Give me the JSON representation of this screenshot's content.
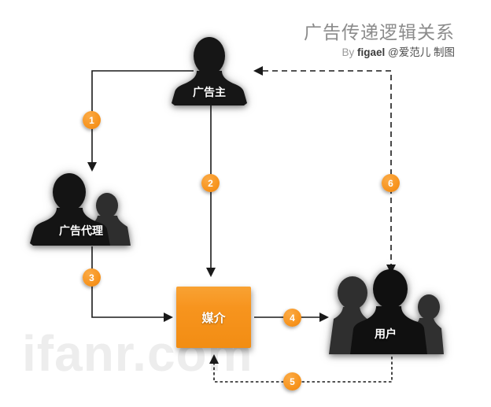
{
  "header": {
    "title": "广告传递逻辑关系",
    "byline": {
      "by": "By",
      "author": "figael",
      "credit": "@爱范儿 制图"
    }
  },
  "watermark": "ifanr.com",
  "colors": {
    "accent_orange": "#F7941E",
    "silhouette_black": "#161616",
    "title_gray": "#8B8B8B",
    "watermark_gray": "#EDEDED"
  },
  "nodes": {
    "advertiser": {
      "label": "广告主"
    },
    "agency": {
      "label": "广告代理"
    },
    "media": {
      "label": "媒介"
    },
    "users": {
      "label": "用户"
    }
  },
  "flows": [
    {
      "step": "1",
      "from": "广告主",
      "to": "广告代理",
      "line": "solid"
    },
    {
      "step": "2",
      "from": "广告主",
      "to": "媒介",
      "line": "solid"
    },
    {
      "step": "3",
      "from": "广告代理",
      "to": "媒介",
      "line": "solid"
    },
    {
      "step": "4",
      "from": "媒介",
      "to": "用户",
      "line": "solid"
    },
    {
      "step": "5",
      "from": "用户",
      "to": "媒介",
      "line": "dashed"
    },
    {
      "step": "6",
      "from": "用户",
      "to": "广告主",
      "line": "dashed"
    }
  ]
}
